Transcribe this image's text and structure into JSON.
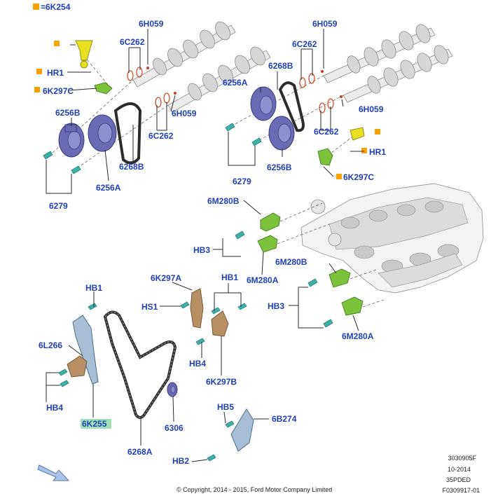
{
  "legend": {
    "marker_color": "#f5a300",
    "text": "=6K254"
  },
  "labels": {
    "hr1_left": "HR1",
    "k297c_left": "6K297C",
    "h059_top_left": "6H059",
    "c262_top_left": "6C262",
    "k256b_left": "6256B",
    "k256a_left": "6256A",
    "k268b_left": "6268B",
    "c262_mid_left": "6C262",
    "h059_mid_left": "6H059",
    "k279_left": "6279",
    "h059_top_right": "6H059",
    "c262_top_right": "6C262",
    "k268b_right": "6268B",
    "k256a_right": "6256A",
    "h059_mid_right": "6H059",
    "c262_mid_right": "6C262",
    "hr1_right": "HR1",
    "k297c_right": "6K297C",
    "k256b_right": "6256B",
    "k279_right": "6279",
    "m280b_top": "6M280B",
    "hb3_top": "HB3",
    "m280a_top": "6M280A",
    "m280b_bottom": "6M280B",
    "hb3_bottom": "HB3",
    "m280a_bottom": "6M280A",
    "hb1_left": "HB1",
    "k297a": "6K297A",
    "hb1_mid": "HB1",
    "hs1": "HS1",
    "l266": "6L266",
    "hb4_mid": "HB4",
    "k297b": "6K297B",
    "hb4_left": "HB4",
    "k255": "6K255",
    "k306": "6306",
    "k268a": "6268A",
    "hb5": "HB5",
    "b274": "6B274",
    "hb2": "HB2"
  },
  "highlight_color": "#9fe0b7",
  "label_color": "#1f3fb8",
  "doc_info": [
    "3030905F",
    "10-2014",
    "35PDED",
    "F0309917-01"
  ],
  "copyright": "© Copyright, 2014 - 2015, Ford Motor Company Limited",
  "icons": {
    "orientation_arrow": "front-arrow-icon",
    "legend_marker": "orange-square-icon"
  }
}
